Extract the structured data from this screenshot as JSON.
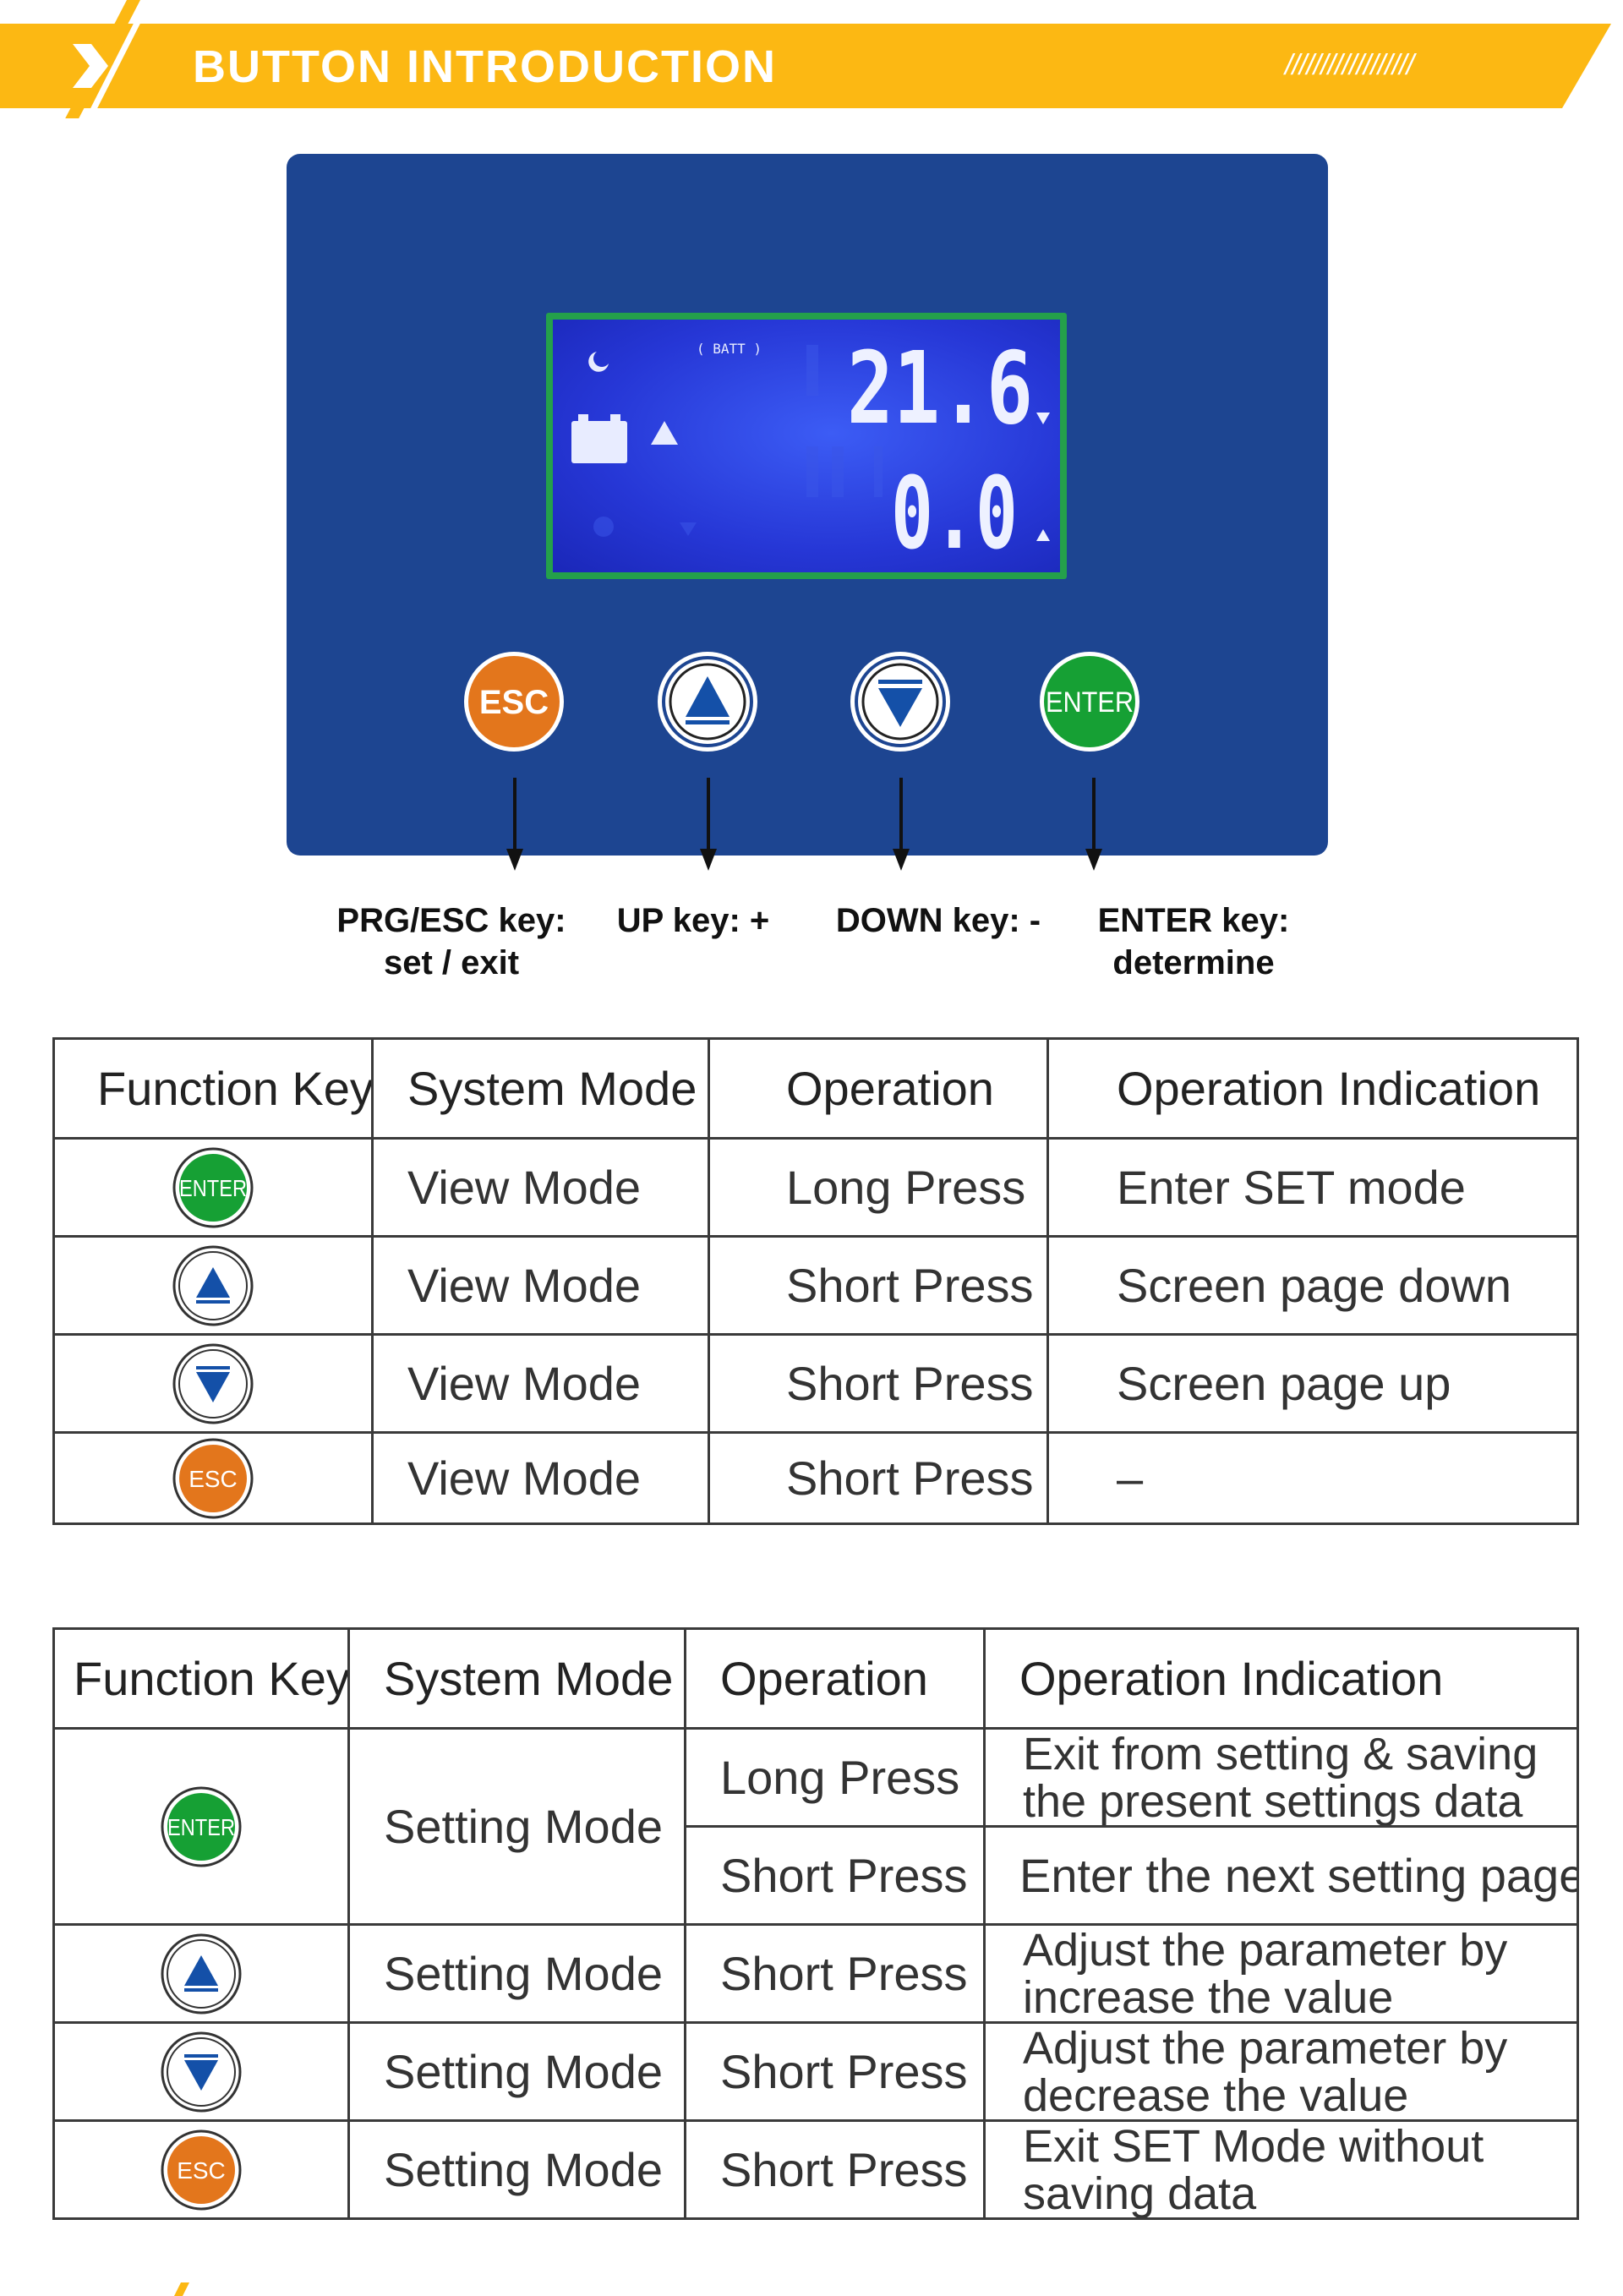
{
  "header": {
    "title": "BUTTON INTRODUCTION",
    "decor_slashes": "//////////////////"
  },
  "lcd": {
    "top_tag": "( BATT )",
    "top_value": "21.6",
    "bottom_value": "0.0"
  },
  "buttons": [
    {
      "id": "esc",
      "label": "ESC",
      "color": "#e3761c",
      "icon": "esc-icon"
    },
    {
      "id": "up",
      "label": "",
      "color": "#ffffff",
      "icon": "up-triangle-icon"
    },
    {
      "id": "down",
      "label": "",
      "color": "#ffffff",
      "icon": "down-triangle-icon"
    },
    {
      "id": "enter",
      "label": "ENTER",
      "color": "#16a034",
      "icon": "enter-icon"
    }
  ],
  "key_labels": {
    "esc_line1": "PRG/ESC key:",
    "esc_line2": "set / exit",
    "up": "UP key: +",
    "down": "DOWN key: -",
    "enter_line1": "ENTER key:",
    "enter_line2": "determine"
  },
  "colors": {
    "banner": "#fcb813",
    "panel": "#1d4591",
    "lcd_frame": "#24a04b",
    "enter_green": "#16a034",
    "esc_orange": "#e3761c",
    "arrow_blue": "#1450a8"
  },
  "view_table": {
    "headers": [
      "Function Key",
      "System Mode",
      "Operation",
      "Operation Indication"
    ],
    "rows": [
      {
        "key_icon": "enter-icon",
        "key_label": "ENTER",
        "mode": "View Mode",
        "operation": "Long Press",
        "indication": "Enter SET mode"
      },
      {
        "key_icon": "up-triangle-icon",
        "key_label": "",
        "mode": "View Mode",
        "operation": "Short Press",
        "indication": "Screen page down"
      },
      {
        "key_icon": "down-triangle-icon",
        "key_label": "",
        "mode": "View Mode",
        "operation": "Short Press",
        "indication": "Screen page up"
      },
      {
        "key_icon": "esc-icon",
        "key_label": "ESC",
        "mode": "View Mode",
        "operation": "Short Press",
        "indication": "–"
      }
    ]
  },
  "setting_table": {
    "headers": [
      "Function Key",
      "System Mode",
      "Operation",
      "Operation Indication"
    ],
    "rows": [
      {
        "key_icon": "enter-icon",
        "key_label": "ENTER",
        "mode": "Setting Mode",
        "operation": "Long Press",
        "indication_line1": "Exit from setting & saving",
        "indication_line2": "the present settings data"
      },
      {
        "operation": "Short Press",
        "indication": "Enter the next setting page"
      },
      {
        "key_icon": "up-triangle-icon",
        "key_label": "",
        "mode": "Setting Mode",
        "operation": "Short Press",
        "indication_line1": "Adjust the parameter by",
        "indication_line2": "increase the value"
      },
      {
        "key_icon": "down-triangle-icon",
        "key_label": "",
        "mode": "Setting Mode",
        "operation": "Short Press",
        "indication_line1": "Adjust the parameter by",
        "indication_line2": "decrease the value"
      },
      {
        "key_icon": "esc-icon",
        "key_label": "ESC",
        "mode": "Setting Mode",
        "operation": "Short Press",
        "indication_line1": "Exit SET Mode without",
        "indication_line2": "saving data"
      }
    ]
  }
}
